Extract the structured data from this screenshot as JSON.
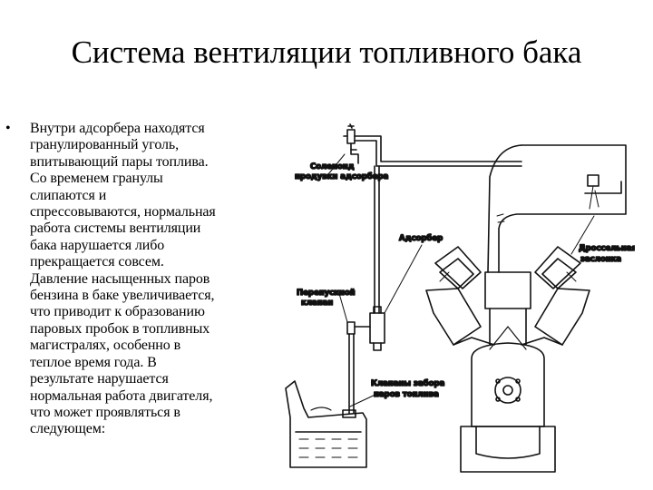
{
  "slide": {
    "title": "Система вентиляции топливного бака",
    "bullet_marker": "•",
    "bullet_text": "Внутри адсорбера находятся\nгранулированный уголь,\nвпитывающий пары топлива.\nСо временем гранулы\nслипаются и\nспрессовываются, нормальная\nработа системы вентиляции\nбака нарушается либо\nпрекращается совсем.\nДавление насыщенных паров\nбензина в баке увеличивается,\nчто приводит к образованию\nпаровых пробок в топливных\nмагистралях, особенно в\nтеплое время года. В\nрезультате нарушается\nнормальная работа двигателя,\nчто может проявляться в\nследующем:"
  },
  "diagram": {
    "labels": {
      "solenoid_line1": "Соленоид",
      "solenoid_line2": "продувки адсорбера",
      "adsorber": "Адсорбер",
      "bypass_line1": "Перепускной",
      "bypass_line2": "клапан",
      "throttle_line1": "Дроссельная",
      "throttle_line2": "заслонка",
      "valves_line1": "Клапаны забора",
      "valves_line2": "паров топлива"
    }
  }
}
